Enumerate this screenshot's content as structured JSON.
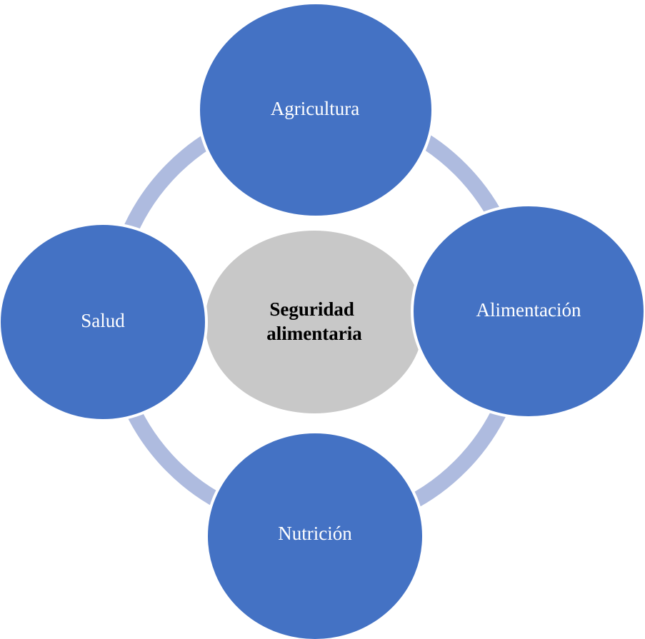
{
  "colors": {
    "node_fill": "#4472c4",
    "node_stroke": "#ffffff",
    "ring": "#aebbdf",
    "center_fill": "#c8c8c8"
  },
  "center": {
    "line1": "Seguridad",
    "line2": "alimentaria"
  },
  "nodes": {
    "top": "Agricultura",
    "right": "Alimentación",
    "bottom": "Nutrición",
    "left": "Salud"
  }
}
